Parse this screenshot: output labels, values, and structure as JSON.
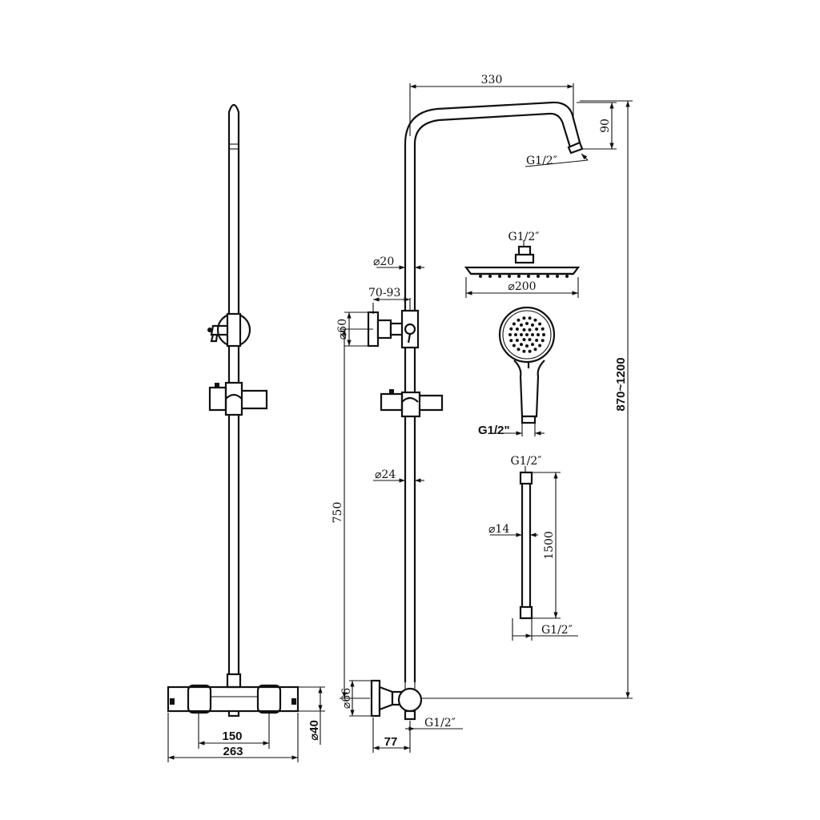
{
  "dimensions": {
    "head_arm_length": "330",
    "head_arm_drop": "90",
    "head_arm_thread": "G1/2″",
    "rail_top_diameter": "⌀20",
    "bracket_adjust": "70-93",
    "wall_bracket_diameter": "⌀60",
    "rail_diameter": "⌀24",
    "bracket_spacing": "750",
    "total_height": "870~1200",
    "inlet_diameter": "⌀66",
    "inlet_thread": "G1/2″",
    "wall_offset": "77",
    "valve_centres": "150",
    "valve_width": "263",
    "valve_diameter": "⌀40"
  },
  "overhead_shower": {
    "thread": "G1/2″",
    "diameter": "⌀200"
  },
  "hand_shower": {
    "thread": "G1/2\""
  },
  "hose": {
    "top_thread": "G1/2″",
    "diameter": "⌀14",
    "length": "1500",
    "bottom_thread": "G1/2″"
  }
}
